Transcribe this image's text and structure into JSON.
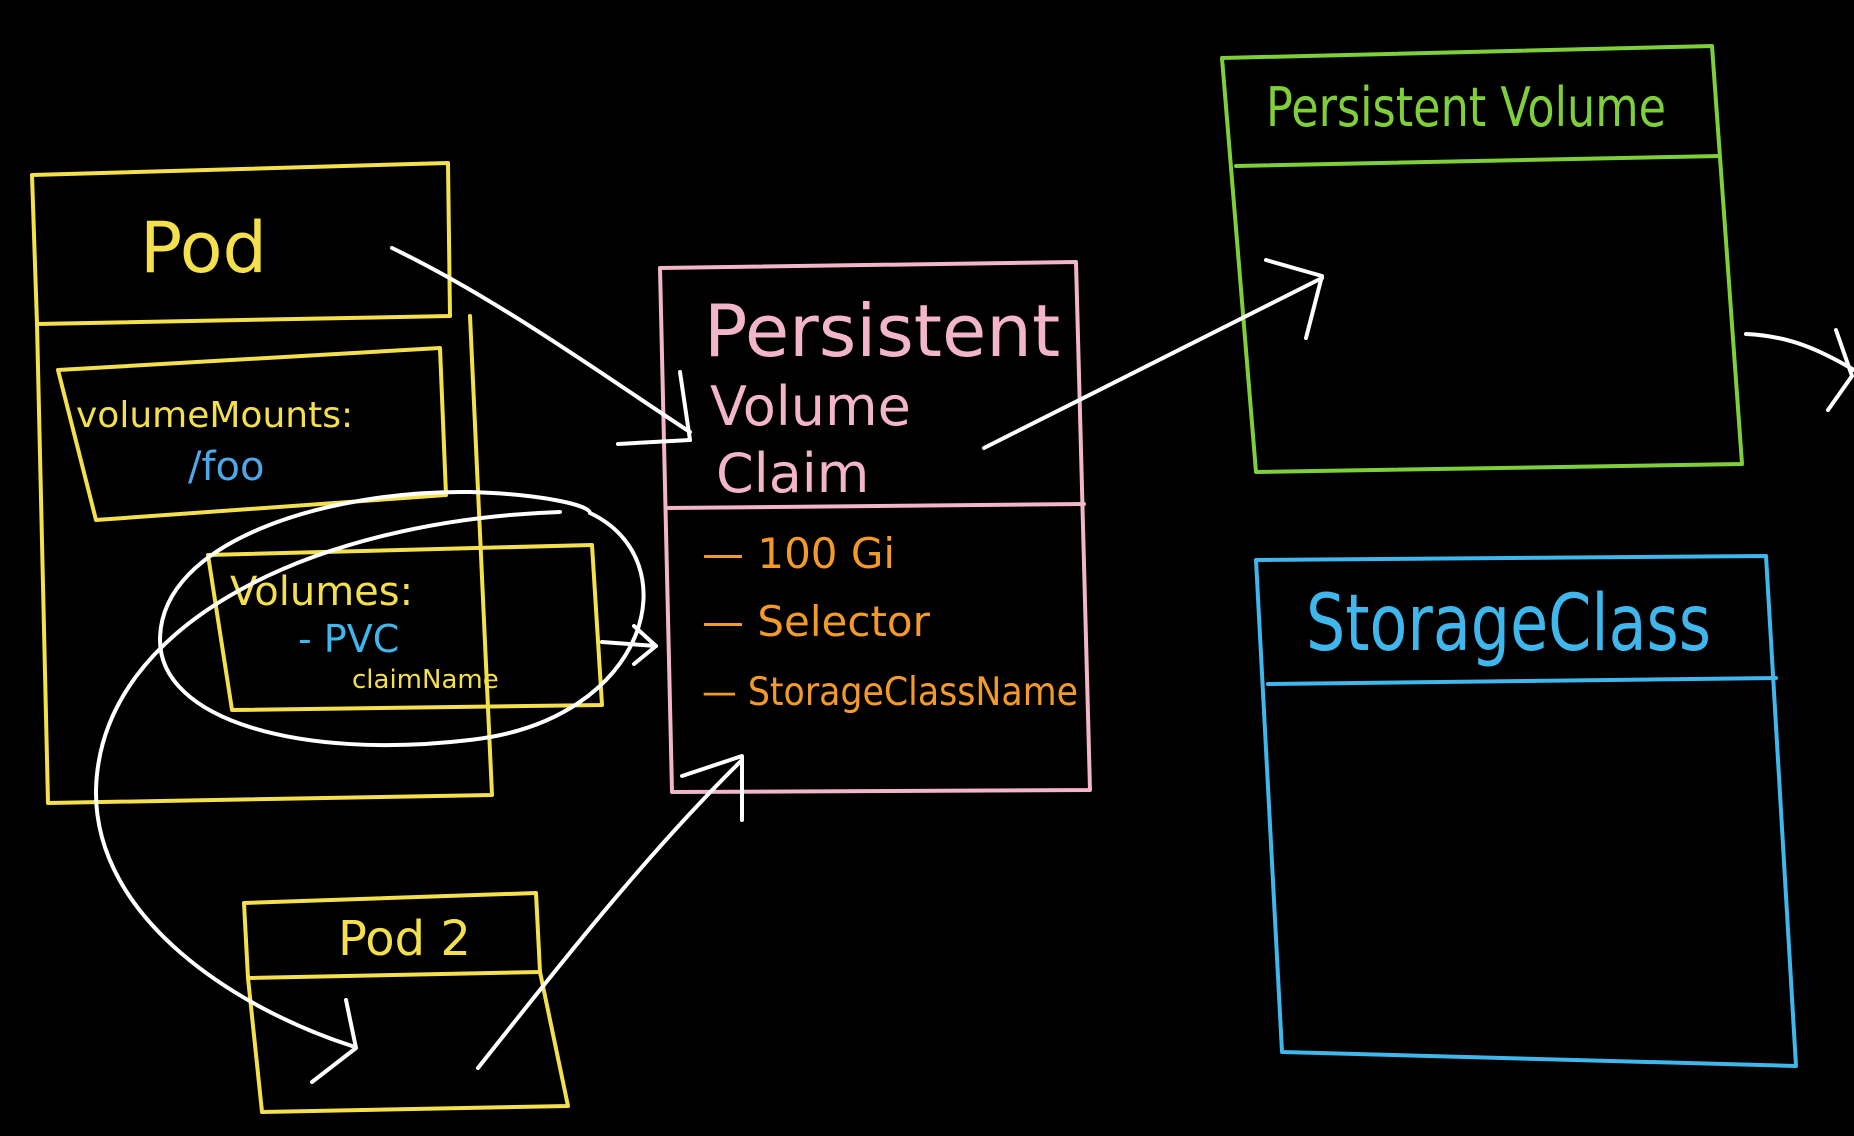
{
  "colors": {
    "background": "#000000",
    "pod": "#f4e04d",
    "pvc": "#f2b5c9",
    "pv": "#7fcf3a",
    "storageclass": "#3fb6ec",
    "field": "#f39a2b",
    "value": "#4ea8e8",
    "arrow": "#ffffff"
  },
  "pod": {
    "title": "Pod",
    "volume_mounts": {
      "label": "volumeMounts:",
      "path": "/foo"
    },
    "volumes": {
      "label": "Volumes:",
      "item": "- PVC",
      "sub": "claimName"
    }
  },
  "pod2": {
    "title": "Pod 2"
  },
  "pvc": {
    "title_line1": "Persistent",
    "title_line2": "Volume",
    "title_line3": "Claim",
    "fields": [
      "— 100 Gi",
      "— Selector",
      "— StorageClassName"
    ]
  },
  "pv": {
    "title": "Persistent Volume"
  },
  "storageclass": {
    "title": "StorageClass"
  },
  "icons": [
    "arrow-icon",
    "ellipse-highlight-icon"
  ]
}
